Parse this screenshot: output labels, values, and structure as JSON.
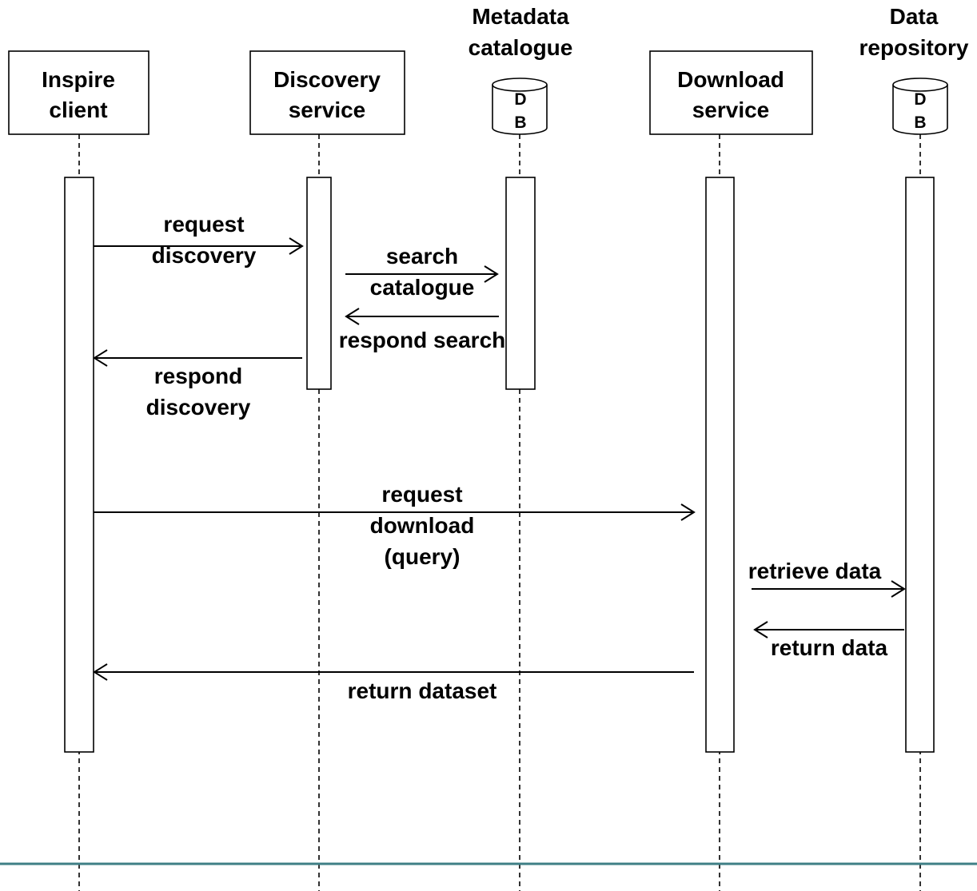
{
  "participants": {
    "inspire_client": {
      "line1": "Inspire",
      "line2": "client"
    },
    "discovery_service": {
      "line1": "Discovery",
      "line2": "service"
    },
    "metadata_catalogue": {
      "line1": "Metadata",
      "line2": "catalogue",
      "db_line1": "D",
      "db_line2": "B"
    },
    "download_service": {
      "line1": "Download",
      "line2": "service"
    },
    "data_repository": {
      "line1": "Data",
      "line2": "repository",
      "db_line1": "D",
      "db_line2": "B"
    }
  },
  "messages": {
    "request_discovery": {
      "line1": "request",
      "line2": "discovery"
    },
    "search_catalogue": {
      "line1": "search",
      "line2": "catalogue"
    },
    "respond_search": {
      "line1": "respond search"
    },
    "respond_discovery": {
      "line1": "respond",
      "line2": "discovery"
    },
    "request_download": {
      "line1": "request",
      "line2": "download",
      "line3": "(query)"
    },
    "retrieve_data": {
      "line1": "retrieve data"
    },
    "return_data": {
      "line1": "return data"
    },
    "return_dataset": {
      "line1": "return dataset"
    }
  },
  "colors": {
    "footer_rule": "#3f7f86",
    "stroke": "#000000",
    "background": "#ffffff"
  }
}
